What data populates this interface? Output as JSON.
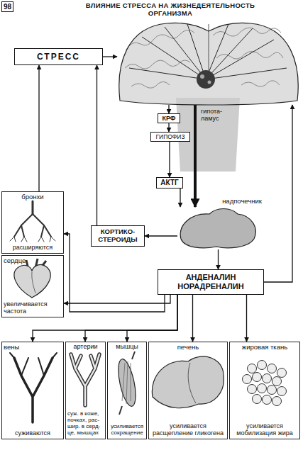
{
  "diagram": {
    "title": "ВЛИЯНИЕ СТРЕССА НА ЖИЗНЕДЕЯТЕЛЬНОСТЬ ОРГАНИЗМА",
    "nodes": [
      {
        "text": [
          "СТРЕСС"
        ]
      },
      {
        "text": [
          "гипота- ламус"
        ]
      },
      {
        "text": [
          "КРФ"
        ]
      },
      {
        "text": [
          "ГИПОФИЗ"
        ]
      },
      {
        "text": [
          "АКТГ"
        ]
      },
      {
        "text": [
          "надпочечник"
        ]
      },
      {
        "text": [
          "КОРТИКО- СТЕРОИДЫ"
        ]
      },
      {
        "text": [
          "АНДЕНАЛИН НОРАДРЕНАЛИН"
        ]
      },
      {
        "text": [
          "бронхи",
          "расширяются"
        ]
      },
      {
        "text": [
          "сердце",
          "увеличивается частота"
        ]
      },
      {
        "text": [
          "вены",
          "суживаются"
        ]
      },
      {
        "text": [
          "артерии",
          "суж. в коже, почках, рас- шир. в серд- це, мышцах"
        ]
      },
      {
        "text": [
          "мышцы",
          "усиливается сокращение"
        ]
      },
      {
        "text": [
          "печень",
          "усиливается расщепление гликогена"
        ]
      },
      {
        "text": [
          "жировая ткань",
          "усиливается мобилизация жира"
        ]
      }
    ],
    "edges": [
      {
        "from": 0,
        "to": 1,
        "arrow": "to"
      },
      {
        "from": 1,
        "to": 2,
        "arrow": "to"
      },
      {
        "from": 2,
        "to": 3,
        "arrow": "to"
      },
      {
        "from": 3,
        "to": 4,
        "arrow": "to"
      },
      {
        "from": 4,
        "to": 5,
        "arrow": "to"
      },
      {
        "from": 1,
        "to": 5,
        "arrow": "to"
      },
      {
        "from": 5,
        "to": 6,
        "arrow": "to"
      },
      {
        "from": 6,
        "to": 0,
        "arrow": "to"
      },
      {
        "from": 8,
        "to": 0,
        "arrow": "to"
      },
      {
        "from": 5,
        "to": 7,
        "arrow": "to"
      },
      {
        "from": 7,
        "to": 1,
        "arrow": "to"
      },
      {
        "from": 7,
        "to": 8,
        "arrow": "to"
      },
      {
        "from": 7,
        "to": 9,
        "arrow": "to"
      },
      {
        "from": 7,
        "to": 10,
        "arrow": "to"
      },
      {
        "from": 7,
        "to": 11,
        "arrow": "to"
      },
      {
        "from": 7,
        "to": 12,
        "arrow": "to"
      },
      {
        "from": 7,
        "to": 13,
        "arrow": "to"
      },
      {
        "from": 7,
        "to": 14,
        "arrow": "to"
      }
    ],
    "labels": [
      "98"
    ]
  }
}
